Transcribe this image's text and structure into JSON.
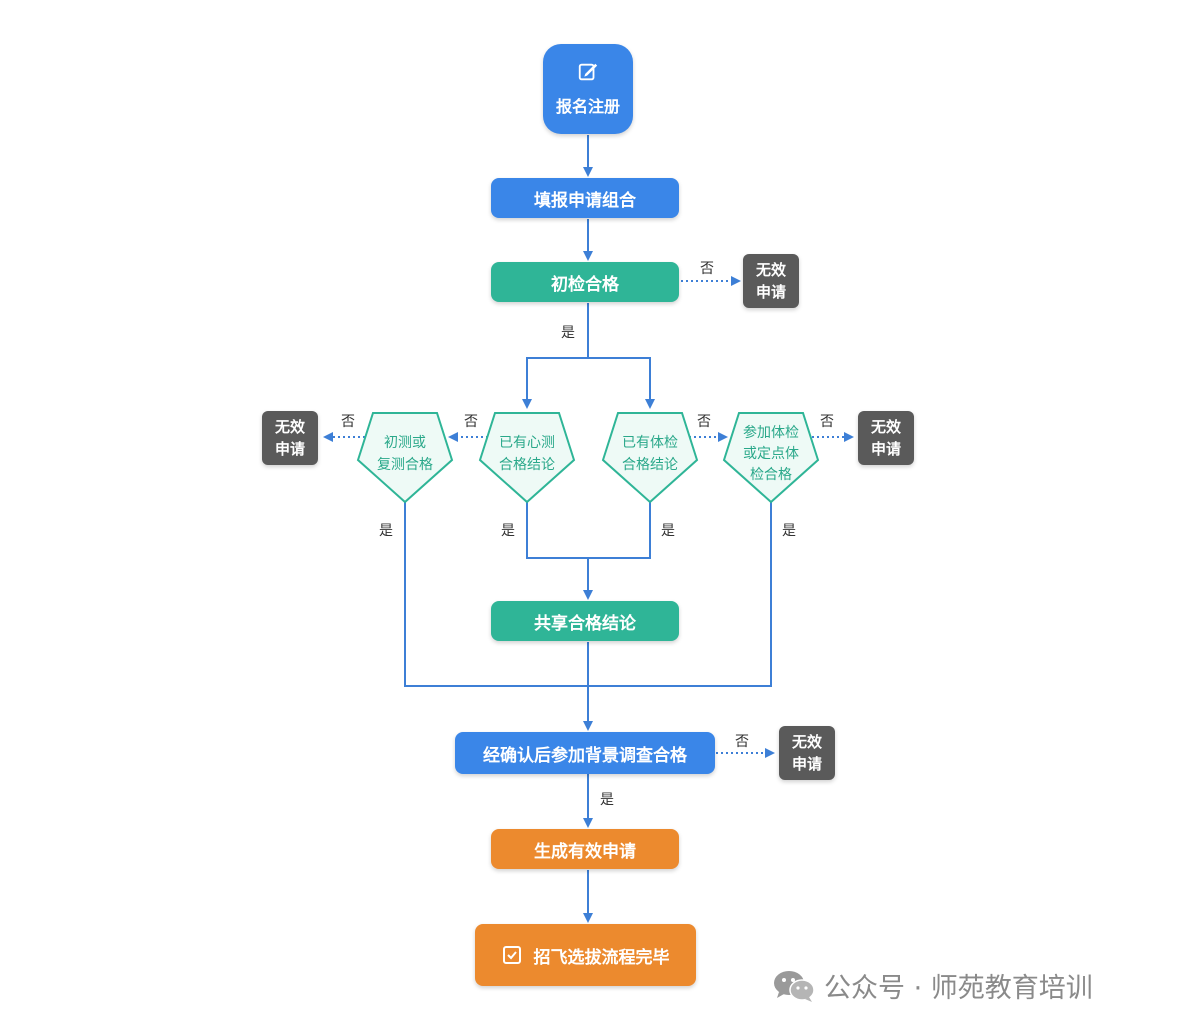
{
  "nodes": {
    "start": "报名注册",
    "fill_application": "填报申请组合",
    "initial_check": "初检合格",
    "shared_result": "共享合格结论",
    "background_check": "经确认后参加背景调查合格",
    "generate_valid": "生成有效申请",
    "complete": "招飞选拔流程完毕"
  },
  "decisions": {
    "d1": [
      "初测或",
      "复测合格"
    ],
    "d2": [
      "已有心测",
      "合格结论"
    ],
    "d3": [
      "已有体检",
      "合格结论"
    ],
    "d4": [
      "参加体检",
      "或定点体",
      "检合格"
    ]
  },
  "invalid_label": [
    "无效",
    "申请"
  ],
  "edge_labels": {
    "yes": "是",
    "no": "否"
  },
  "watermark": {
    "text": "公众号 · 师苑教育培训",
    "icon": "wechat-icon"
  },
  "colors": {
    "blue": "#3a86e8",
    "teal": "#2fb597",
    "orange": "#ec8a2e",
    "gray": "#5a5a5a",
    "line": "#3d7fd6",
    "teal_text": "#2aa88a",
    "pentagon_fill": "#eefaf6"
  },
  "icons": {
    "start": "edit-icon",
    "end": "checkbox-icon"
  }
}
